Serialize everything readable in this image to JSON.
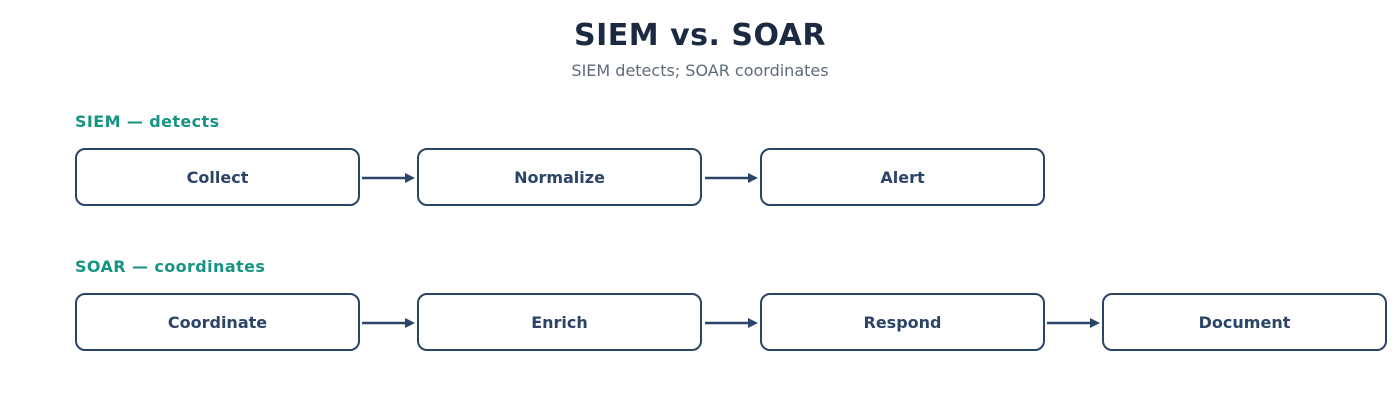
{
  "header": {
    "title": "SIEM vs. SOAR",
    "subtitle": "SIEM detects; SOAR coordinates"
  },
  "colors": {
    "title": "#1b2a41",
    "subtitle": "#5f6b7a",
    "section_label": "#179483",
    "node_border": "#2b4468",
    "node_text": "#2b4468",
    "arrow": "#2b4468"
  },
  "siem": {
    "label": "SIEM — detects",
    "steps": [
      "Collect",
      "Normalize",
      "Alert"
    ]
  },
  "soar": {
    "label": "SOAR — coordinates",
    "steps": [
      "Coordinate",
      "Enrich",
      "Respond",
      "Document"
    ]
  }
}
